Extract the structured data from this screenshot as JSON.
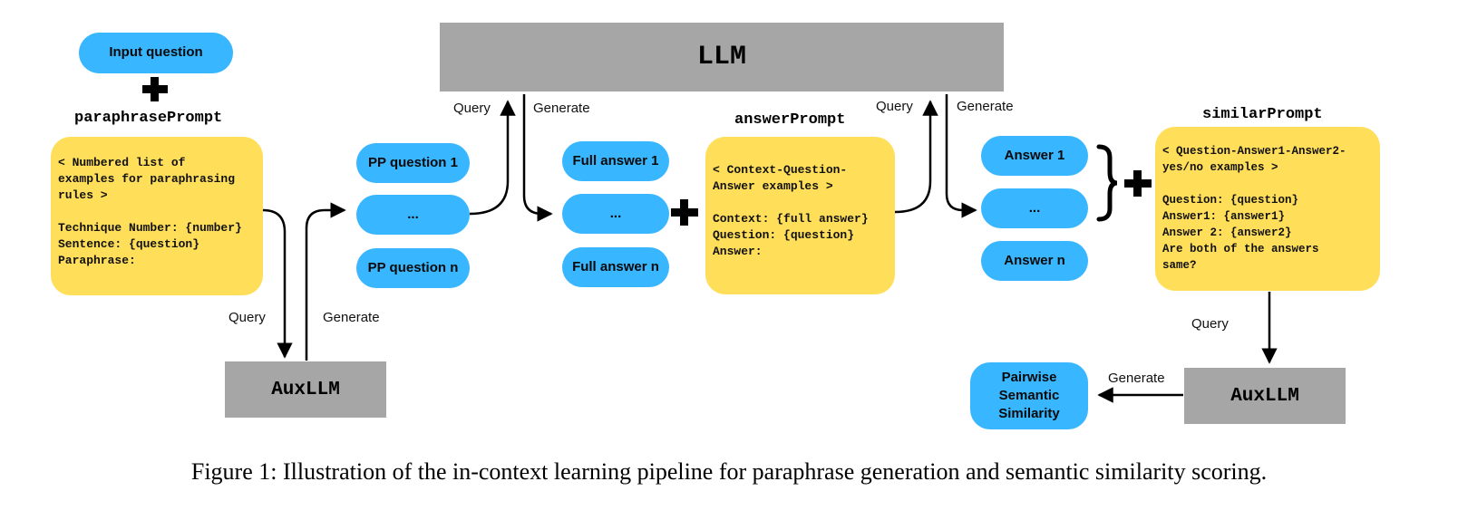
{
  "left": {
    "input_question": "Input question",
    "paraphrase_prompt_title": "paraphrasePrompt",
    "paraphrase_prompt_lines": [
      "< Numbered list of",
      "examples for paraphrasing",
      "rules >",
      "",
      "Technique Number: {number}",
      "Sentence: {question}",
      "Paraphrase:"
    ],
    "query_label": "Query",
    "generate_label": "Generate",
    "auxllm_label": "AuxLLM"
  },
  "center": {
    "llm_label": "LLM",
    "query_label_1": "Query",
    "generate_label_1": "Generate",
    "pp_items": [
      "PP question 1",
      "...",
      "PP question n"
    ],
    "answer_items": [
      "Full answer 1",
      "...",
      "Full answer n"
    ],
    "answer_prompt_title": "answerPrompt",
    "answer_prompt_lines": [
      "< Context-Question-",
      "Answer examples >",
      "",
      "Context: {full answer}",
      "Question: {question}",
      "Answer:"
    ],
    "query_label_2": "Query",
    "generate_label_2": "Generate"
  },
  "right": {
    "answers": [
      "Answer 1",
      "...",
      "Answer n"
    ],
    "similar_prompt_title": "similarPrompt",
    "similar_prompt_lines": [
      "< Question-Answer1-Answer2-",
      "yes/no examples >",
      "",
      "Question: {question}",
      "Answer1: {answer1}",
      "Answer 2: {answer2}",
      "Are both of the answers",
      "same?"
    ],
    "query_label": "Query",
    "generate_label": "Generate",
    "auxllm_label": "AuxLLM",
    "output_lines": [
      "Pairwise",
      "Semantic",
      "Similarity"
    ]
  },
  "caption": "Figure 1: Illustration of the in-context learning pipeline for paraphrase generation and semantic similarity scoring.",
  "colors": {
    "pill": "#38b6ff",
    "prompt_box": "#ffde59",
    "model_box": "#a6a6a6"
  }
}
